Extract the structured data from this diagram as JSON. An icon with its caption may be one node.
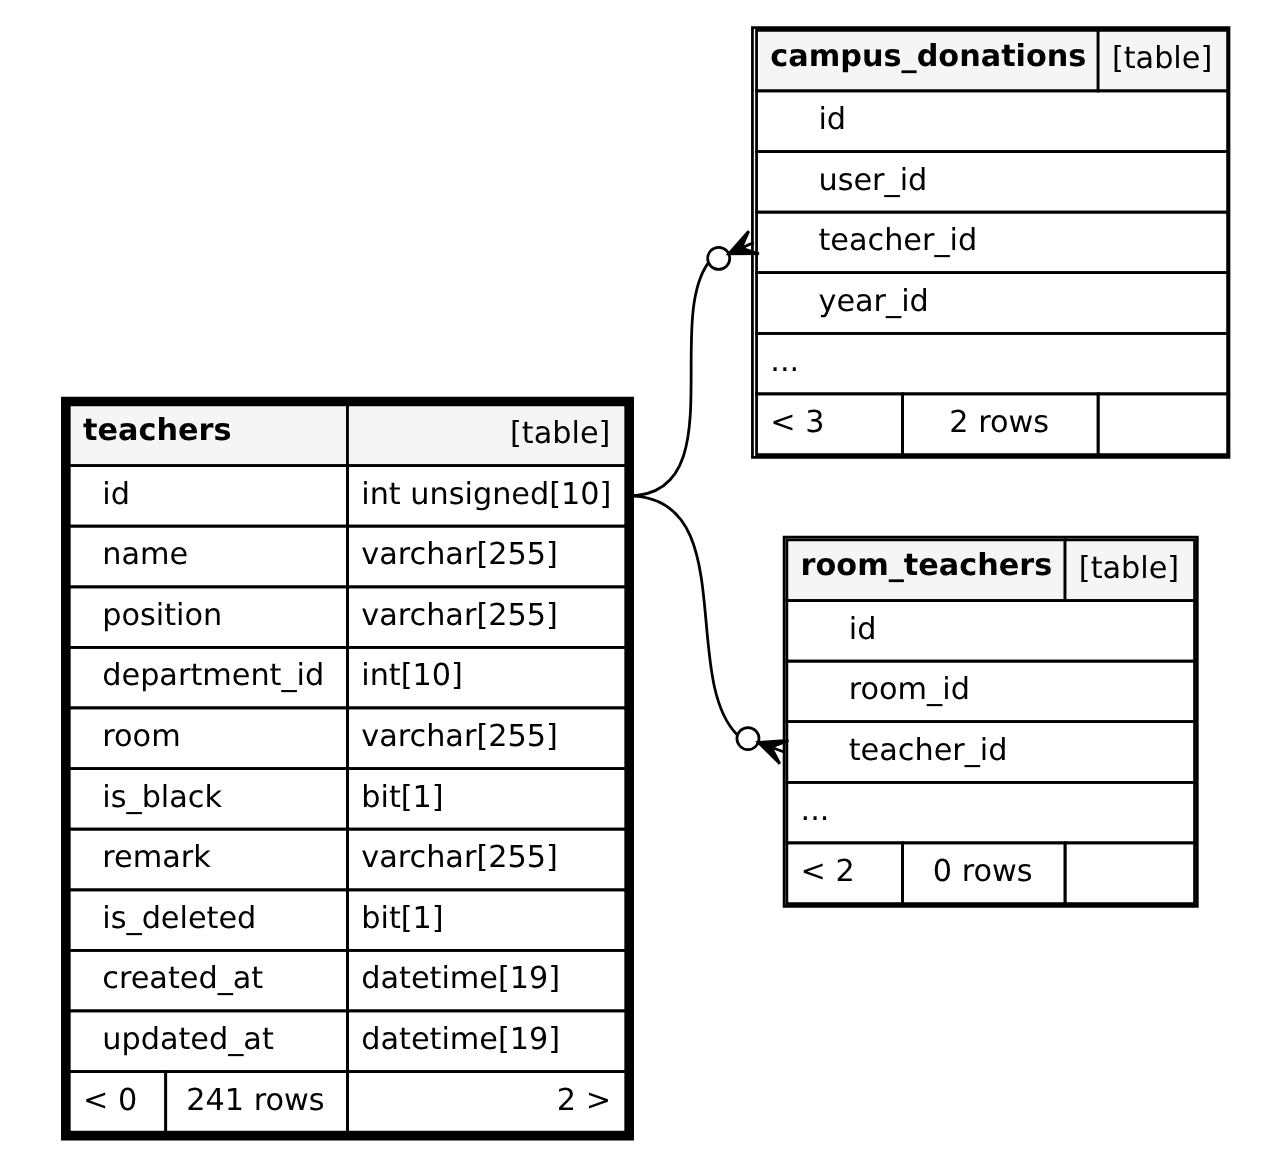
{
  "diagram": {
    "nodes": [
      {
        "text": [
          "teachers",
          "[table]",
          "id",
          "int unsigned[10]",
          "name",
          "varchar[255]",
          "position",
          "varchar[255]",
          "department_id",
          "int[10]",
          "room",
          "varchar[255]",
          "is_black",
          "bit[1]",
          "remark",
          "varchar[255]",
          "is_deleted",
          "bit[1]",
          "created_at",
          "datetime[19]",
          "updated_at",
          "datetime[19]",
          "< 0",
          "241 rows",
          "2 >"
        ]
      },
      {
        "text": [
          "campus_donations",
          "[table]",
          "id",
          "user_id",
          "teacher_id",
          "year_id",
          "...",
          "< 3",
          "2 rows"
        ]
      },
      {
        "text": [
          "room_teachers",
          "[table]",
          "id",
          "room_id",
          "teacher_id",
          "...",
          "< 2",
          "0 rows"
        ]
      }
    ],
    "edges": [
      {
        "from": 0,
        "to": 1,
        "arrow": "other"
      },
      {
        "from": 0,
        "to": 2,
        "arrow": "other"
      }
    ]
  }
}
